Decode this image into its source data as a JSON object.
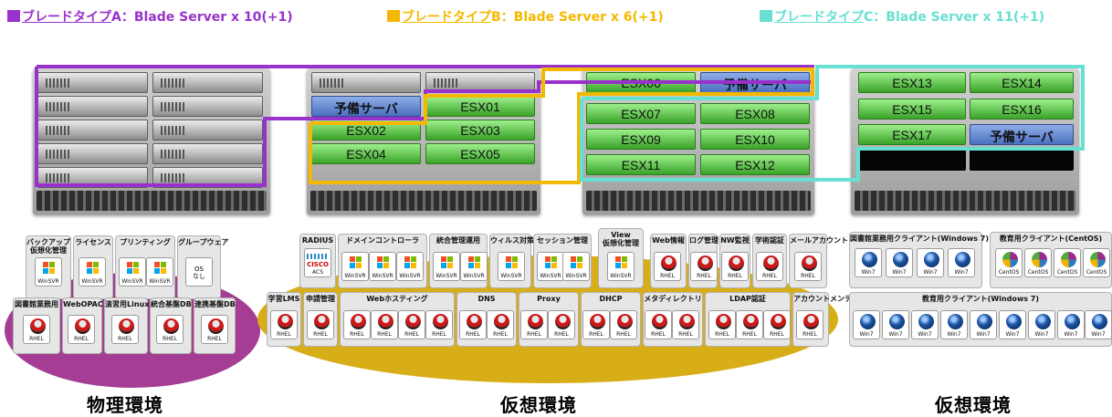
{
  "legend": [
    {
      "jp": "ブレードタイプ",
      "suffix": "A：Blade Server x 10(+1)",
      "color": "#9932cc"
    },
    {
      "jp": "ブレードタイプ",
      "suffix": "B：Blade Server x 6(+1)",
      "color": "#f5b800"
    },
    {
      "jp": "ブレードタイプ",
      "suffix": "C：Blade Server x 11(+1)",
      "color": "#66e0d0"
    }
  ],
  "servers": {
    "spare": "予備サーバ",
    "esx01": "ESX01",
    "esx02": "ESX02",
    "esx03": "ESX03",
    "esx04": "ESX04",
    "esx05": "ESX05",
    "esx06": "ESX06",
    "esx07": "ESX07",
    "esx08": "ESX08",
    "esx09": "ESX09",
    "esx10": "ESX10",
    "esx11": "ESX11",
    "esx12": "ESX12",
    "esx13": "ESX13",
    "esx14": "ESX14",
    "esx15": "ESX15",
    "esx16": "ESX16",
    "esx17": "ESX17"
  },
  "physical": {
    "backup": "バックアップ・\n仮想化管理",
    "license": "ライセンス",
    "printing": "プリンティング",
    "groupware": "グループウェア",
    "library": "図書館業務用",
    "webopac": "WebOPAC",
    "training": "演習用Linux",
    "integrated_db": "統合基盤DB",
    "link_db": "連携基盤DB",
    "os_none": "OS\nなし"
  },
  "virtual": {
    "radius": "RADIUS",
    "domain": "ドメインコントローラ",
    "integrated_mgmt": "統合管理運用",
    "antivirus": "ウィルス対策",
    "session": "セッション管理",
    "view": "View\n仮想化管理",
    "webinfo": "Web情報",
    "log": "ログ管理",
    "nw": "NW監視",
    "auth": "学術認証",
    "mail": "メールアカウント",
    "lms": "学習LMS",
    "apply": "申請管理",
    "hosting": "Webホスティング",
    "dns": "DNS",
    "proxy": "Proxy",
    "dhcp": "DHCP",
    "metadir": "メタディレクトリ",
    "ldap": "LDAP認証",
    "acct": "アカウントメンテ",
    "cisco": "CISCO",
    "acs": "ACS"
  },
  "clients": {
    "library": "図書館業務用クライアント(Windows 7)",
    "edu_centos": "教育用クライアント(CentOS)",
    "edu_win7": "教育用クライアント(Windows 7)"
  },
  "caps": {
    "winsvr": "WinSVR",
    "rhel": "RHEL",
    "win7": "Win7",
    "centos": "CentOS"
  },
  "env": {
    "physical": "物理環境",
    "virtual1": "仮想環境",
    "virtual2": "仮想環境"
  }
}
